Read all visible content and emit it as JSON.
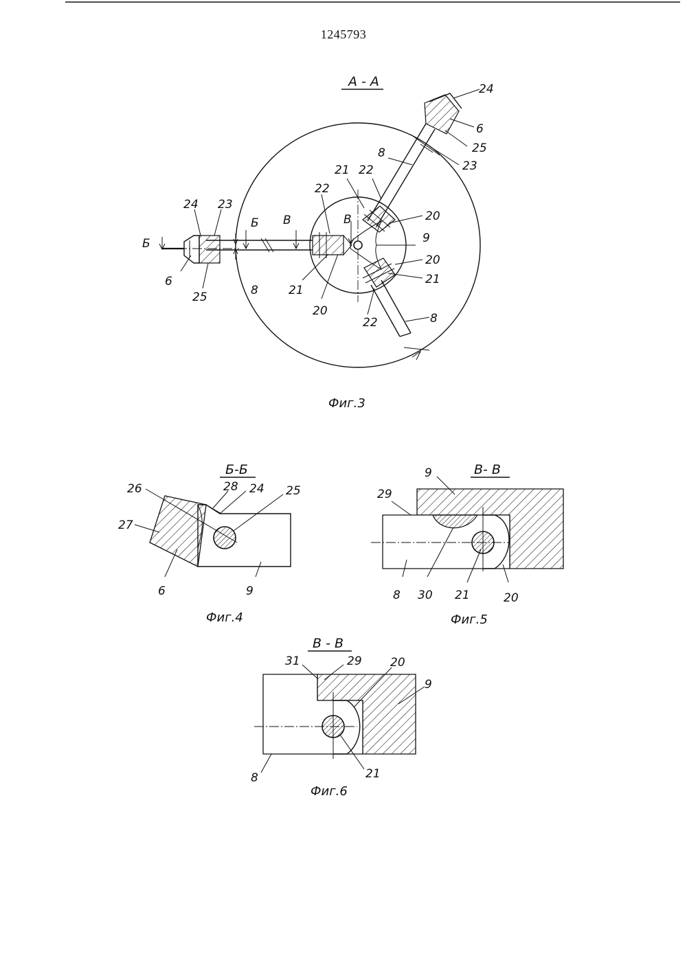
{
  "patent_number": "1245793",
  "fig3": {
    "section_label": "A - A",
    "caption": "Фиг.3",
    "labels": {
      "l24a": "24",
      "l6a": "6",
      "l25a": "25",
      "l23a": "23",
      "l8a": "8",
      "l21a": "21",
      "l22a": "22",
      "l20a": "20",
      "l9": "9",
      "l20b": "20",
      "l21b": "21",
      "l8b": "8",
      "l22b": "22",
      "l24b": "24",
      "l23b": "23",
      "lB1": "Б",
      "lB2": "Б",
      "lV1": "В",
      "l22c": "22",
      "lV2": "В",
      "l6b": "6",
      "l25b": "25",
      "l8c": "8",
      "l21c": "21",
      "l20c": "20"
    }
  },
  "fig4": {
    "section_label": "Б-Б",
    "caption": "Фиг.4",
    "labels": {
      "l26": "26",
      "l28": "28",
      "l24": "24",
      "l25": "25",
      "l27": "27",
      "l6": "6",
      "l9": "9"
    }
  },
  "fig5": {
    "section_label": "В- В",
    "caption": "Фиг.5",
    "labels": {
      "l9": "9",
      "l29": "29",
      "l8": "8",
      "l30": "30",
      "l21": "21",
      "l20": "20"
    }
  },
  "fig6": {
    "section_label": "В - В",
    "caption": "Фиг.6",
    "labels": {
      "l31": "31",
      "l29": "29",
      "l20": "20",
      "l9": "9",
      "l8": "8",
      "l21": "21"
    }
  }
}
